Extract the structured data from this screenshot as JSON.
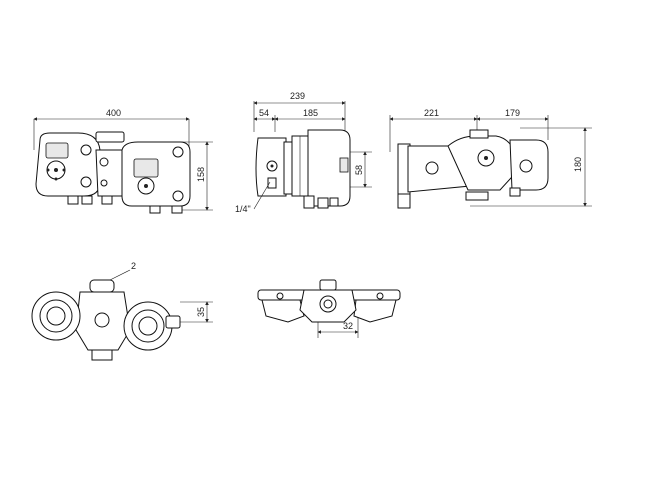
{
  "views": {
    "front": {
      "width_label": "400",
      "height_label": "158"
    },
    "side": {
      "overall_label": "239",
      "left_label": "54",
      "right_label": "185",
      "offset_label": "58",
      "thread_label": "1/4\""
    },
    "rear": {
      "left_label": "221",
      "right_label": "179",
      "height_label": "180"
    },
    "top": {
      "callout_label": "2",
      "offset_label": "35"
    },
    "bottom": {
      "spacing_label": "32"
    }
  },
  "colors": {
    "line": "#111111",
    "background": "#ffffff"
  }
}
